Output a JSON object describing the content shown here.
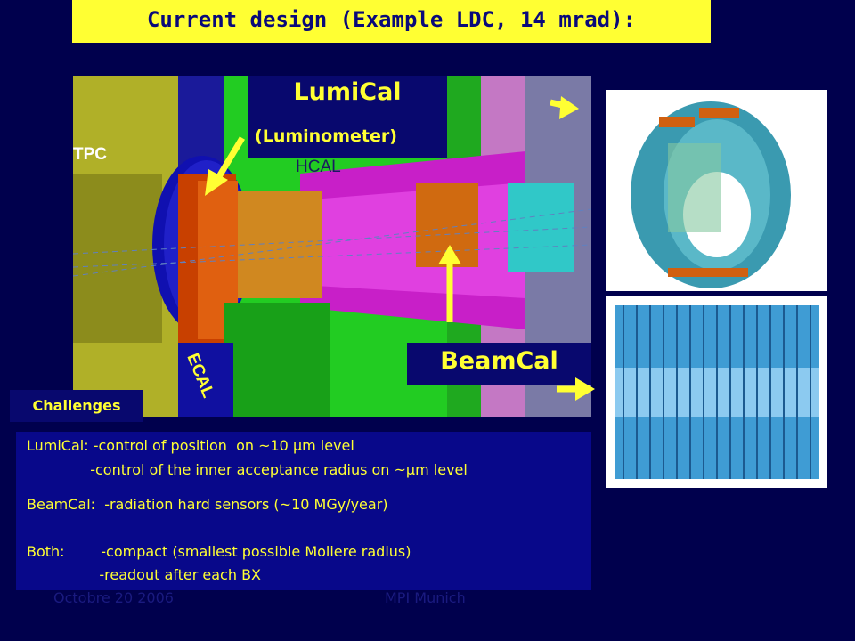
{
  "title": "Current design (Example LDC, 14 mrad):",
  "diagram": {
    "labels": {
      "tpc": "TPC",
      "hcal": "HCAL",
      "ecal": "ECAL",
      "lumical": "LumiCal",
      "luminometer": "(Luminometer)",
      "beamcal": "BeamCal"
    }
  },
  "challenges": {
    "heading": "Challenges",
    "lines": [
      "LumiCal: -control of position  on ~10 μm level",
      "              -control of the inner acceptance radius on ~μm level",
      "BeamCal:  -radiation hard sensors (~10 MGy/year)",
      "Both:        -compact (smallest possible Moliere radius)",
      "                -readout after each BX"
    ]
  },
  "footer": {
    "date": "Octobre 20 2006",
    "place": "MPI Munich"
  },
  "colors": {
    "background": "#00004d",
    "title_bar": "#ffff33",
    "label_box": "#08086e",
    "highlight_text": "#ffff33"
  }
}
